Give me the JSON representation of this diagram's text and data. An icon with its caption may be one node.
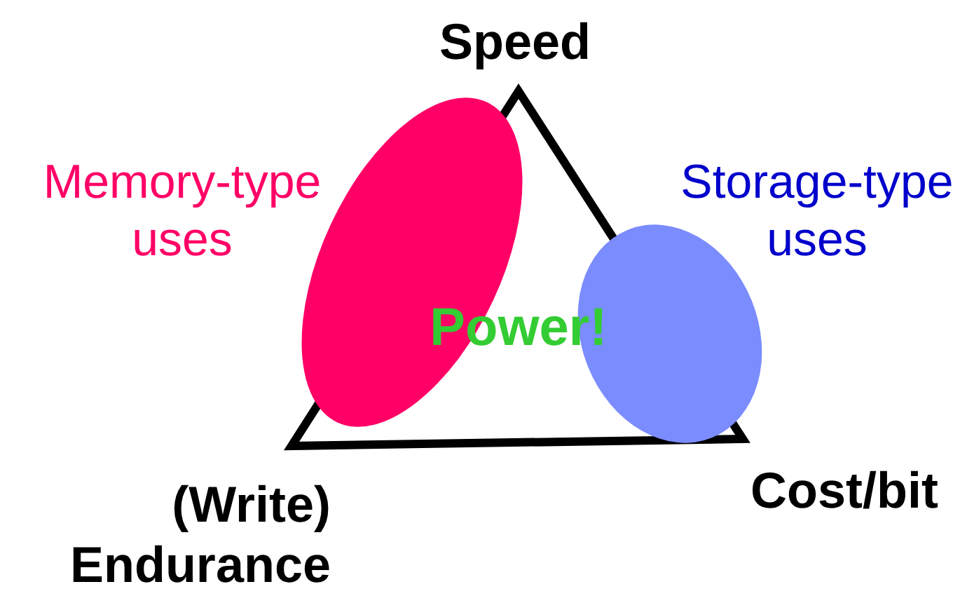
{
  "diagram": {
    "nodes": [
      {
        "text": [],
        "shape": "ellipse"
      },
      {
        "text": [],
        "shape": "ellipse"
      }
    ],
    "labels": [
      "Speed",
      "Memory-type uses",
      "Storage-type uses",
      "Power!",
      "(Write) Endurance",
      "Cost/bit"
    ]
  }
}
